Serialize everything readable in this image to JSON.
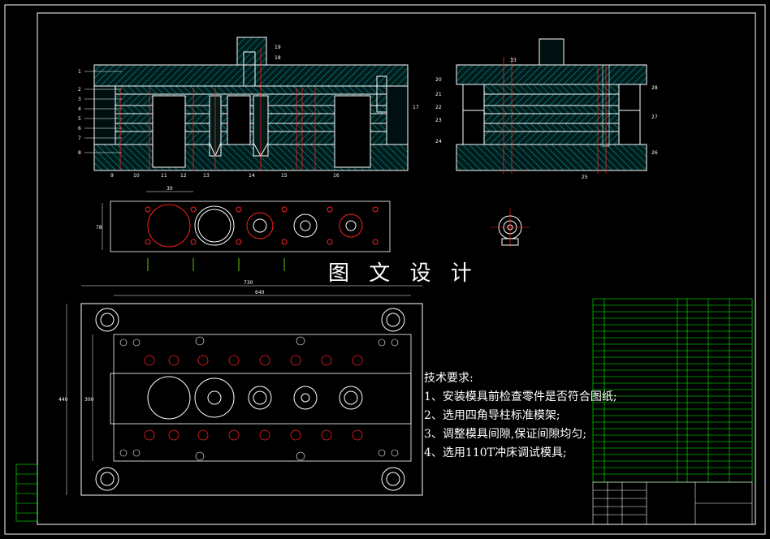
{
  "watermark": "图 文 设 计",
  "tech_requirements": {
    "title": "技术要求:",
    "items": [
      "1、安装模具前检查零件是否符合图纸;",
      "2、选用四角导柱标准模架;",
      "3、调整模具间隙,保证间隙均匀;",
      "4、选用110T冲床调试模具;"
    ]
  },
  "dimensions": {
    "strip_pitch": "30",
    "strip_width": "78",
    "overall_width": "730",
    "inner_width": "640",
    "overall_height": "440",
    "inner_height": "300"
  },
  "front_view_callouts": {
    "left": [
      "1",
      "2",
      "3",
      "4",
      "5",
      "6",
      "7",
      "8"
    ],
    "bottom": [
      "9",
      "10",
      "11",
      "12",
      "13",
      "14",
      "15",
      "16"
    ],
    "top": [
      "19",
      "18"
    ],
    "right": [
      "17"
    ]
  },
  "side_view_callouts": {
    "left": [
      "20",
      "21",
      "22",
      "23",
      "24"
    ],
    "top": [
      "33"
    ],
    "right": [
      "28",
      "27",
      "26"
    ],
    "bottom": [
      "25"
    ]
  },
  "colors": {
    "background": "#000000",
    "outline": "#ffffff",
    "hatch": "#00bcbc",
    "centerline": "#ff2020",
    "dimension": "#ffffff",
    "table": "#00ff00",
    "part_label": "#7fff00"
  }
}
